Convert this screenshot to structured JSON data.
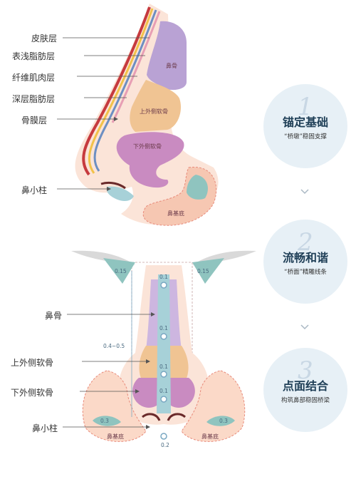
{
  "top_labels": [
    "皮肤层",
    "表浅脂肪层",
    "纤维肌肉层",
    "深层脂肪层",
    "骨膜层",
    "鼻小柱"
  ],
  "top_organs": {
    "nasal_bone": "鼻骨",
    "upper_lateral": "上外侧软骨",
    "lower_lateral": "下外侧软骨",
    "nasal_base": "鼻基底"
  },
  "bottom_labels": [
    "鼻骨",
    "上外侧软骨",
    "下外侧软骨",
    "鼻小柱"
  ],
  "bottom_values": {
    "left_top": "0.15",
    "right_top": "0.15",
    "v1": "0.1",
    "v2": "0.1",
    "v3": "0.1",
    "v4": "0.1",
    "range": "0.4~0.5",
    "left_base": "0.3",
    "right_base": "0.3",
    "tip": "0.2"
  },
  "bottom_organs": {
    "left_base": "鼻基底",
    "right_base": "鼻基底"
  },
  "steps": [
    {
      "num": "1",
      "title": "锚定基础",
      "sub": "“桥墩”稳固支撑"
    },
    {
      "num": "2",
      "title": "流畅和谐",
      "sub": "“桥面”精雕线条"
    },
    {
      "num": "3",
      "title": "点面结合",
      "sub": "构筑鼻部稳固桥梁"
    }
  ],
  "colors": {
    "skin": "#f6d3c3",
    "bone": "#b9a2d4",
    "upper_cartilage": "#f0c493",
    "lower_cartilage": "#c98bc1",
    "base": "#fbd9c8",
    "accent_green": "#8fc4bf",
    "circle_bg": "#e7f0f6",
    "title_text": "#1f3f57"
  }
}
